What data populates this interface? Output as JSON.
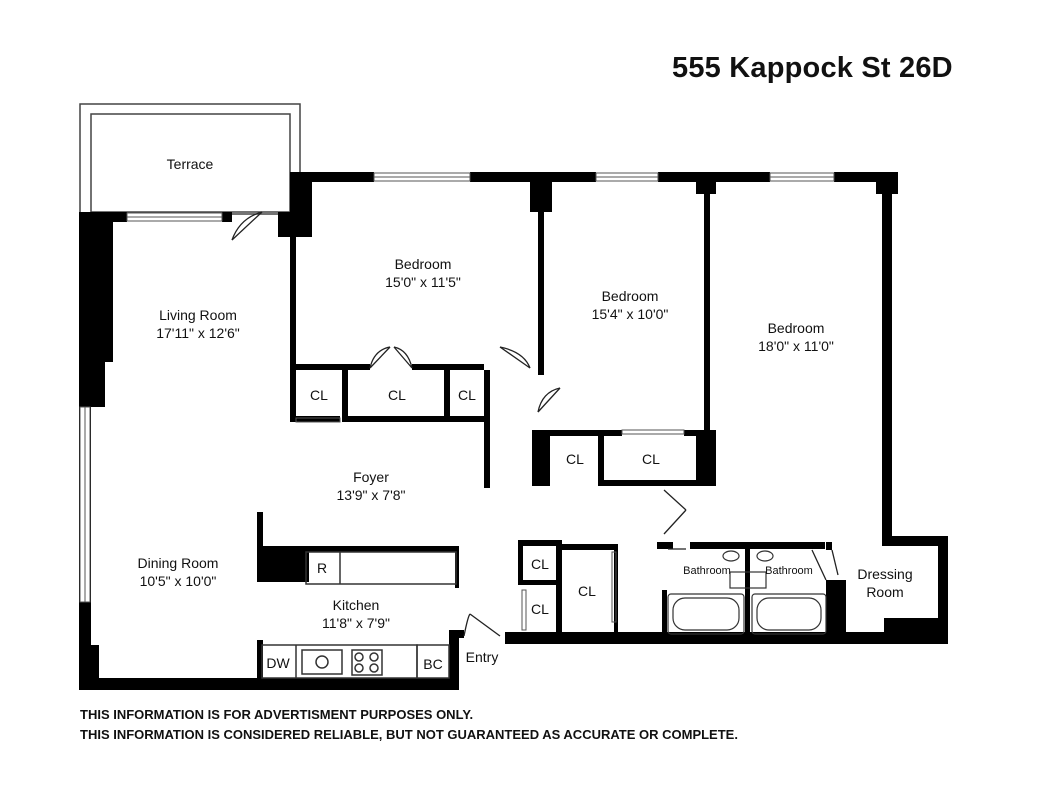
{
  "header": {
    "address": "555 Kappock St 26D"
  },
  "rooms": {
    "terrace": {
      "name": "Terrace"
    },
    "living_room": {
      "name": "Living Room",
      "dims": "17'11\" x 12'6\""
    },
    "bedroom_1": {
      "name": "Bedroom",
      "dims": "15'0\" x 11'5\""
    },
    "bedroom_2": {
      "name": "Bedroom",
      "dims": "15'4\" x 10'0\""
    },
    "bedroom_3": {
      "name": "Bedroom",
      "dims": "18'0\" x 11'0\""
    },
    "foyer": {
      "name": "Foyer",
      "dims": "13'9\" x 7'8\""
    },
    "dining_room": {
      "name": "Dining Room",
      "dims": "10'5\" x 10'0\""
    },
    "kitchen": {
      "name": "Kitchen",
      "dims": "11'8\" x 7'9\""
    },
    "bathroom_1": {
      "name": "Bathroom"
    },
    "bathroom_2": {
      "name": "Bathroom"
    },
    "dressing_room": {
      "line1": "Dressing",
      "line2": "Room"
    },
    "entry": {
      "name": "Entry"
    }
  },
  "fixtures": {
    "closet": "CL",
    "refrigerator": "R",
    "dishwasher": "DW",
    "broom_closet": "BC"
  },
  "footer": {
    "line1": "THIS INFORMATION IS FOR ADVERTISMENT PURPOSES ONLY.",
    "line2": "THIS INFORMATION IS CONSIDERED RELIABLE, BUT NOT GUARANTEED AS ACCURATE OR COMPLETE."
  },
  "colors": {
    "wall": "#000000",
    "line": "#444444",
    "background": "#ffffff"
  }
}
